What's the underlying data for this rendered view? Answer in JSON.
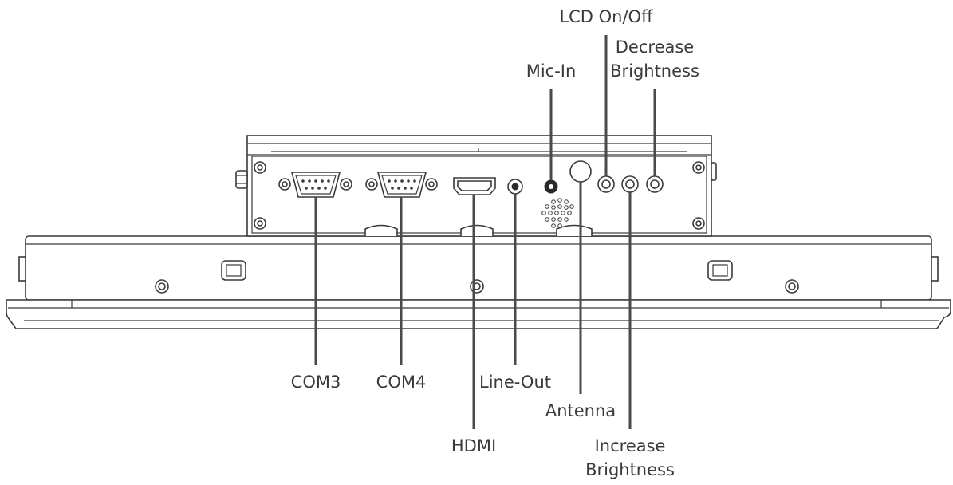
{
  "labels": {
    "lcd_on_off": "LCD On/Off",
    "decrease_brightness_line1": "Decrease",
    "decrease_brightness_line2": "Brightness",
    "mic_in": "Mic-In",
    "com3": "COM3",
    "com4": "COM4",
    "line_out": "Line-Out",
    "antenna": "Antenna",
    "hdmi": "HDMI",
    "increase_brightness_line1": "Increase",
    "increase_brightness_line2": "Brightness"
  },
  "colors": {
    "line": "#4a4a4a",
    "outline": "#3a3a3a",
    "background": "#ffffff"
  }
}
